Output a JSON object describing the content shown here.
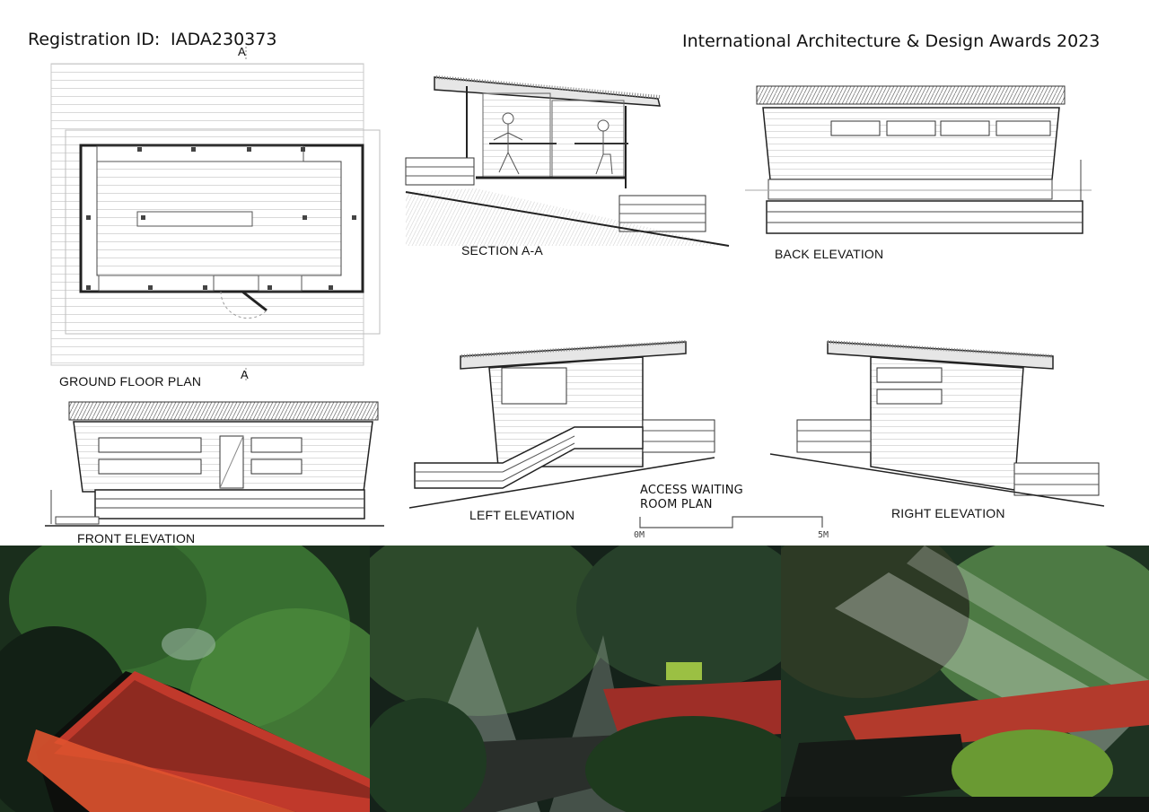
{
  "header": {
    "registration_label": "Registration ID:",
    "registration_id": "IADA230373",
    "award_title": "International Architecture & Design Awards 2023"
  },
  "drawings": {
    "ground_floor_plan": "GROUND FLOOR PLAN",
    "section_label": "SECTION A-A",
    "back_elevation": "BACK ELEVATION",
    "front_elevation": "FRONT ELEVATION",
    "left_elevation": "LEFT ELEVATION",
    "right_elevation": "RIGHT ELEVATION",
    "plan_title_line1": "ACCESS WAITING",
    "plan_title_line2": "ROOM PLAN",
    "section_marker_top": "A",
    "section_marker_bottom": "A",
    "scale_start": "0M",
    "scale_end": "5M"
  },
  "photos": [
    {
      "name": "red-boardwalk-forest-photo"
    },
    {
      "name": "misty-hot-spring-photo"
    },
    {
      "name": "sunlit-deck-fern-photo"
    }
  ],
  "colors": {
    "line": "#333333",
    "boardwalk_red": "#b8322a",
    "forest_dark": "#14261a",
    "forest_green": "#3f7a32"
  }
}
